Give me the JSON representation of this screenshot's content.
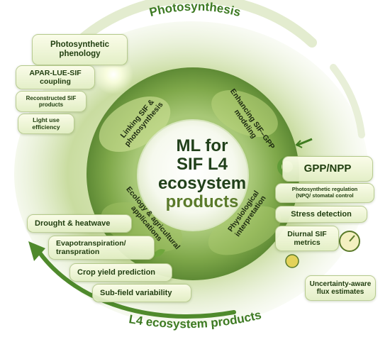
{
  "outer_top_label": "Photosynthesis",
  "outer_bottom_label": "L4 ecosystem products",
  "center": {
    "line1": "ML for",
    "line2": "SIF L4",
    "line3": "ecosystem",
    "line4": "products"
  },
  "quadrants": {
    "top_left": {
      "line1": "Linking SIF &",
      "line2": "photosynthesis"
    },
    "top_right": {
      "line1": "Enhancing SIF–GPP",
      "line2": "modeling"
    },
    "bottom_left": {
      "line1": "Ecology & agricultural",
      "line2": "applications"
    },
    "bottom_right": {
      "line1": "Physiological",
      "line2": "interpretation"
    }
  },
  "left_top_boxes": [
    {
      "line1": "Photosynthetic",
      "line2": "phenology"
    },
    {
      "line1": "APAR-LUE-SIF",
      "line2": "coupling"
    },
    {
      "line1": "Reconstructed SIF",
      "line2": "products"
    },
    {
      "line1": "Light use",
      "line2": "efficiency"
    }
  ],
  "left_bottom_boxes": [
    {
      "line1": "Drought & heatwave",
      "line2": ""
    },
    {
      "line1": "Evapotranspiration/",
      "line2": "transpration"
    },
    {
      "line1": "Crop yield prediction",
      "line2": ""
    },
    {
      "line1": "Sub-field variability",
      "line2": ""
    }
  ],
  "right_boxes": [
    {
      "line1": "GPP/NPP",
      "line2": ""
    },
    {
      "line1": "Photosynthetic regulation",
      "line2": "(NPQ/ stomatal control"
    },
    {
      "line1": "Stress detection",
      "line2": ""
    },
    {
      "line1": "Diurnal SIF",
      "line2": "metrics"
    },
    {
      "line1": "Uncertainty-aware",
      "line2": "flux estimates"
    }
  ],
  "colors": {
    "ring_arrow": "#4f8a2c",
    "title_green": "#3d7a22",
    "center_text": "#21401a",
    "center_accent": "#5a7a2a",
    "box_text": "#1f3d0e"
  },
  "icons": [
    "leaf-icon",
    "sun-icon",
    "water-drop-icon",
    "target-arrow-icon",
    "gauge-icon",
    "sprout-icon"
  ]
}
